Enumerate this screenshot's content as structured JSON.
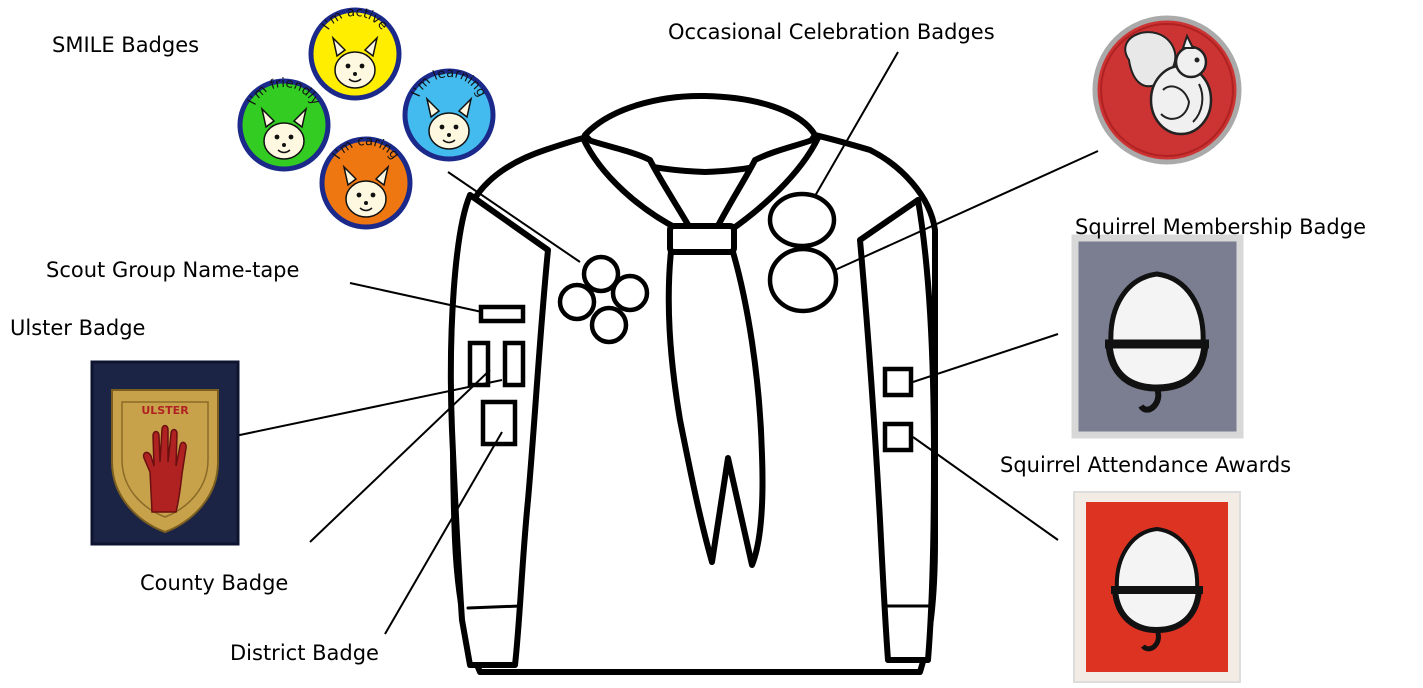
{
  "labels": {
    "smile": "SMILE Badges",
    "occasional": "Occasional Celebration Badges",
    "squirrel_membership": "Squirrel Membership Badge",
    "name_tape": "Scout Group Name-tape",
    "ulster": "Ulster Badge",
    "attendance": "Squirrel Attendance Awards",
    "county": "County Badge",
    "district": "District Badge"
  },
  "smile_badges": [
    {
      "text": "I'm active",
      "color": "#ffee00"
    },
    {
      "text": "I'm friendly",
      "color": "#33cc22"
    },
    {
      "text": "I'm learning",
      "color": "#44bbee"
    },
    {
      "text": "I'm caring",
      "color": "#ee7711"
    }
  ],
  "ulster_badge_text": "ULSTER",
  "colors": {
    "smile_border": "#1b2a8a",
    "squirrel_badge": "#cc3333",
    "membership_bg": "#7a7e90",
    "attendance_bg": "#dd3322",
    "ulster_bg": "#1c2446",
    "ulster_gold": "#c8a24a",
    "ulster_hand": "#b02222"
  }
}
